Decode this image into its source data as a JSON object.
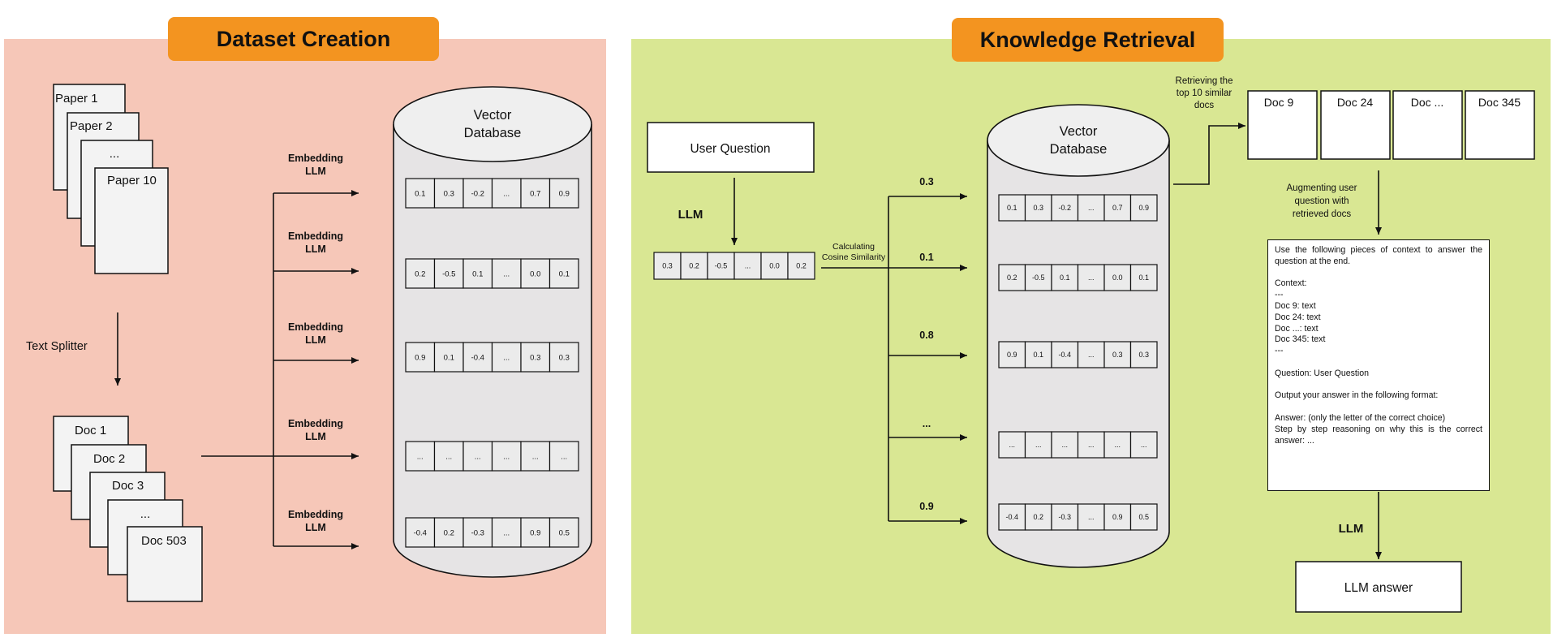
{
  "dataset_panel": {
    "title": "Dataset Creation",
    "papers": [
      "Paper 1",
      "Paper 2",
      "...",
      "Paper 10"
    ],
    "text_splitter_label": "Text Splitter",
    "docs": [
      "Doc 1",
      "Doc 2",
      "Doc 3",
      "...",
      "Doc 503"
    ],
    "embedding_labels": [
      "Embedding\nLLM",
      "Embedding\nLLM",
      "Embedding\nLLM",
      "Embedding\nLLM",
      "Embedding\nLLM"
    ],
    "database_label": "Vector\nDatabase",
    "vectors": [
      [
        "0.1",
        "0.3",
        "-0.2",
        "...",
        "0.7",
        "0.9"
      ],
      [
        "0.2",
        "-0.5",
        "0.1",
        "...",
        "0.0",
        "0.1"
      ],
      [
        "0.9",
        "0.1",
        "-0.4",
        "...",
        "0.3",
        "0.3"
      ],
      [
        "...",
        "...",
        "...",
        "...",
        "...",
        "..."
      ],
      [
        "-0.4",
        "0.2",
        "-0.3",
        "...",
        "0.9",
        "0.5"
      ]
    ]
  },
  "retrieval_panel": {
    "title": "Knowledge Retrieval",
    "user_question": "User Question",
    "llm_label_1": "LLM",
    "query_vector": [
      "0.3",
      "0.2",
      "-0.5",
      "...",
      "0.0",
      "0.2"
    ],
    "cosine_label": "Calculating\nCosine Similarity",
    "similarity_scores": [
      "0.3",
      "0.1",
      "0.8",
      "...",
      "0.9"
    ],
    "database_label": "Vector\nDatabase",
    "vectors": [
      [
        "0.1",
        "0.3",
        "-0.2",
        "...",
        "0.7",
        "0.9"
      ],
      [
        "0.2",
        "-0.5",
        "0.1",
        "...",
        "0.0",
        "0.1"
      ],
      [
        "0.9",
        "0.1",
        "-0.4",
        "...",
        "0.3",
        "0.3"
      ],
      [
        "...",
        "...",
        "...",
        "...",
        "...",
        "..."
      ],
      [
        "-0.4",
        "0.2",
        "-0.3",
        "...",
        "0.9",
        "0.5"
      ]
    ],
    "retrieve_label": "Retrieving the\ntop 10 similar\ndocs",
    "retrieved_docs": [
      "Doc 9",
      "Doc 24",
      "Doc ...",
      "Doc 345"
    ],
    "augment_label": "Augmenting user\nquestion with\nretrieved docs",
    "prompt_lines": [
      "Use the following pieces of context to answer the question at the end.",
      "",
      "Context:",
      "---",
      "Doc 9: text",
      "Doc 24: text",
      "Doc ...: text",
      "Doc 345: text",
      "---",
      "",
      "Question: User Question",
      "",
      "Output your answer in the following format:",
      "",
      "Answer: (only the letter of the correct choice)",
      "Step by step reasoning on why this is the correct answer: ..."
    ],
    "llm_label_2": "LLM",
    "llm_answer": "LLM answer"
  },
  "colors": {
    "dataset_bg": "#f6c7b8",
    "retrieval_bg": "#d9e793",
    "title_tab": "#f39420",
    "cylinder_fill": "#e6e4e5",
    "cell_fill": "#ebebeb"
  }
}
